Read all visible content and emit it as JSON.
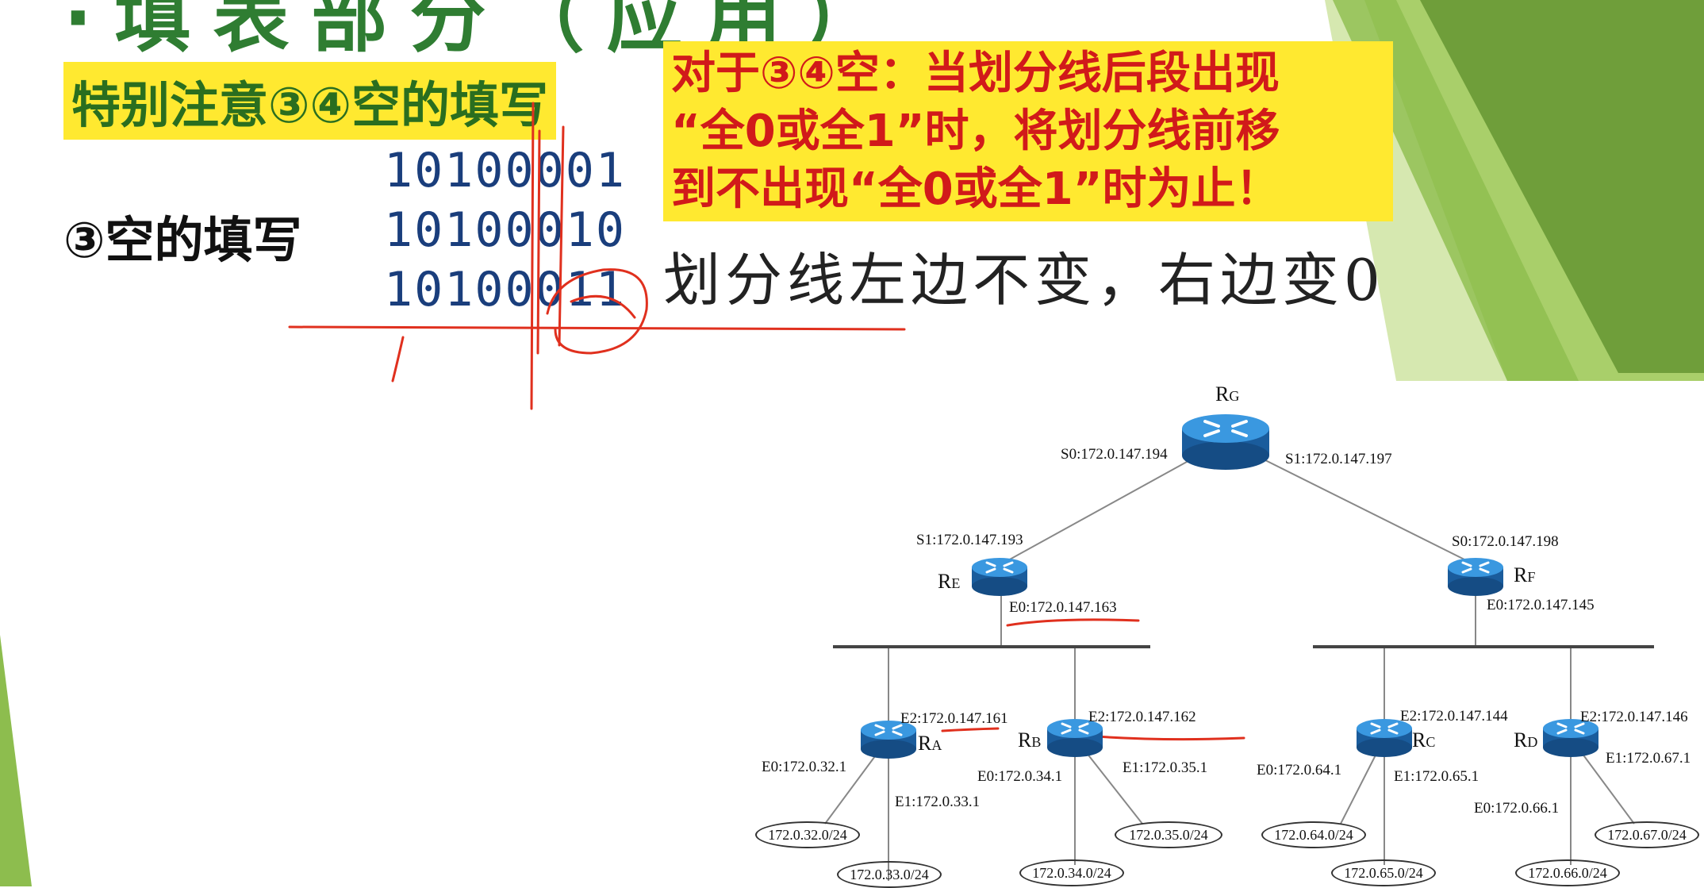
{
  "slide": {
    "title": "·填表部分（应用）",
    "note": "特别注意③④空的填写",
    "rule_lines": [
      "对于③④空：当划分线后段出现",
      "“全0或全1”时，将划分线前移",
      "到不出现“全0或全1”时为止！"
    ],
    "subheading": "③空的填写",
    "binary": [
      "10100001",
      "10100010",
      "10100011"
    ],
    "explanation": "划分线左边不变，右边变0"
  },
  "network": {
    "routers": {
      "RG": {
        "main": "R",
        "sub": "G"
      },
      "RE": {
        "main": "R",
        "sub": "E"
      },
      "RF": {
        "main": "R",
        "sub": "F"
      },
      "RA": {
        "main": "R",
        "sub": "A"
      },
      "RB": {
        "main": "R",
        "sub": "B"
      },
      "RC": {
        "main": "R",
        "sub": "C"
      },
      "RD": {
        "main": "R",
        "sub": "D"
      }
    },
    "interfaces": {
      "g_s0": "S0:172.0.147.194",
      "g_s1": "S1:172.0.147.197",
      "e_s1": "S1:172.0.147.193",
      "f_s0": "S0:172.0.147.198",
      "e_e0": "E0:172.0.147.163",
      "f_e0": "E0:172.0.147.145",
      "a_e2": "E2:172.0.147.161",
      "b_e2": "E2:172.0.147.162",
      "c_e2": "E2:172.0.147.144",
      "d_e2": "E2:172.0.147.146",
      "a_e0": "E0:172.0.32.1",
      "a_e1": "E1:172.0.33.1",
      "b_e0": "E0:172.0.34.1",
      "b_e1": "E1:172.0.35.1",
      "c_e0": "E0:172.0.64.1",
      "c_e1": "E1:172.0.65.1",
      "d_e0": "E0:172.0.66.1",
      "d_e1": "E1:172.0.67.1"
    },
    "networks": {
      "n32": "172.0.32.0/24",
      "n33": "172.0.33.0/24",
      "n34": "172.0.34.0/24",
      "n35": "172.0.35.0/24",
      "n64": "172.0.64.0/24",
      "n65": "172.0.65.0/24",
      "n66": "172.0.66.0/24",
      "n67": "172.0.67.0/24"
    }
  },
  "colors": {
    "title_green": "#2f7d32",
    "highlight": "#ffe930",
    "rule_red": "#d11a1a",
    "binary_blue": "#1a3e7c",
    "annotation_red": "#e0301e",
    "router_blue": "#1f78c8"
  }
}
